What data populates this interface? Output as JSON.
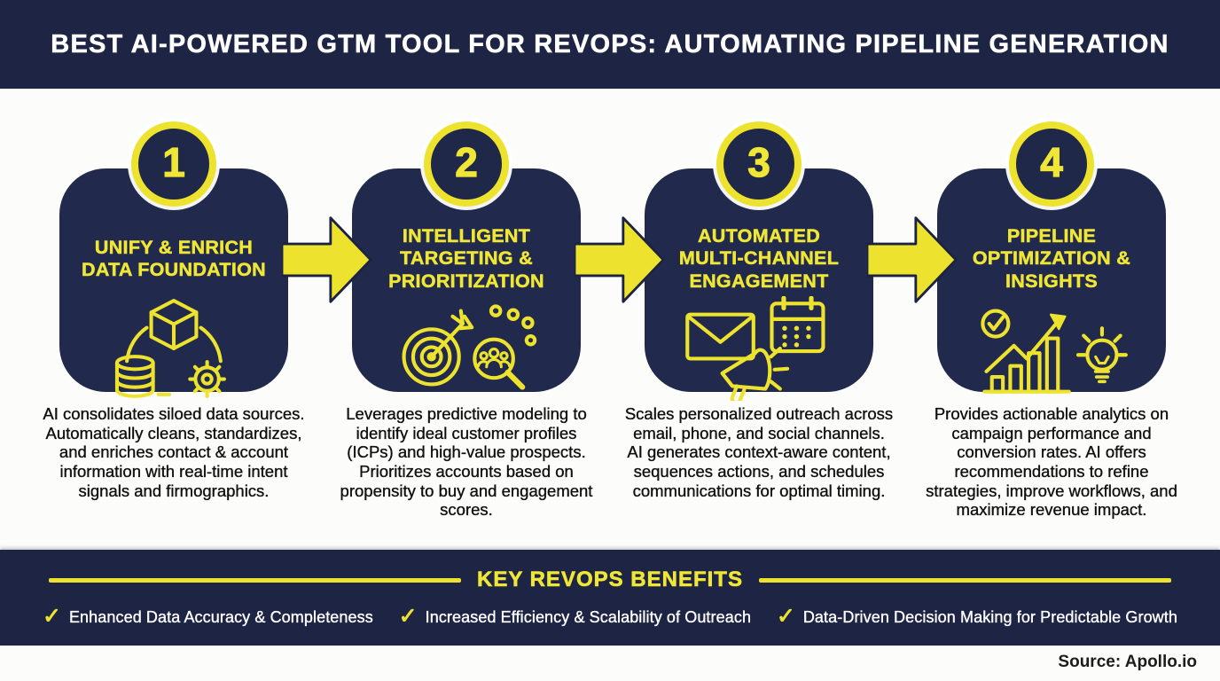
{
  "header": {
    "title": "BEST AI-POWERED GTM TOOL FOR REVOPS: AUTOMATING PIPELINE GENERATION"
  },
  "steps": [
    {
      "number": "1",
      "title": "UNIFY & ENRICH DATA FOUNDATION",
      "description": "AI consolidates siloed data sources. Automatically cleans, standardizes, and enriches contact & account information with real-time intent signals and firmographics.",
      "icons": [
        "cube-icon",
        "database-icon",
        "gear-icon"
      ]
    },
    {
      "number": "2",
      "title": "INTELLIGENT TARGETING & PRIORITIZATION",
      "description": "Leverages predictive modeling to identify ideal customer profiles (ICPs) and high-value prospects. Prioritizes accounts based on propensity to buy and engagement scores.",
      "icons": [
        "target-dart-icon",
        "audience-magnifier-icon",
        "dots-icon"
      ]
    },
    {
      "number": "3",
      "title": "AUTOMATED MULTI-CHANNEL ENGAGEMENT",
      "description": "Scales personalized outreach across email, phone, and social channels. AI generates context-aware content, sequences actions, and schedules communications for optimal timing.",
      "icons": [
        "envelope-icon",
        "megaphone-icon",
        "calendar-icon"
      ]
    },
    {
      "number": "4",
      "title": "PIPELINE OPTIMIZATION & INSIGHTS",
      "description": "Provides actionable analytics on campaign performance and conversion rates. AI offers recommendations to refine strategies, improve workflows, and maximize revenue impact.",
      "icons": [
        "check-circle-icon",
        "growth-chart-icon",
        "lightbulb-icon"
      ]
    }
  ],
  "benefits": {
    "title": "KEY REVOPS BENEFITS",
    "check_glyph": "✓",
    "items": [
      "Enhanced Data Accuracy & Completeness",
      "Increased Efficiency & Scalability of Outreach",
      "Data-Driven Decision Making for Predictable Growth"
    ]
  },
  "source": {
    "label": "Source: Apollo.io"
  },
  "colors": {
    "navy_bar": "#1d2444",
    "card_navy": "#212a4c",
    "accent_yellow": "#EDE32F",
    "title_white": "#ffffff",
    "body_text": "#101010"
  }
}
